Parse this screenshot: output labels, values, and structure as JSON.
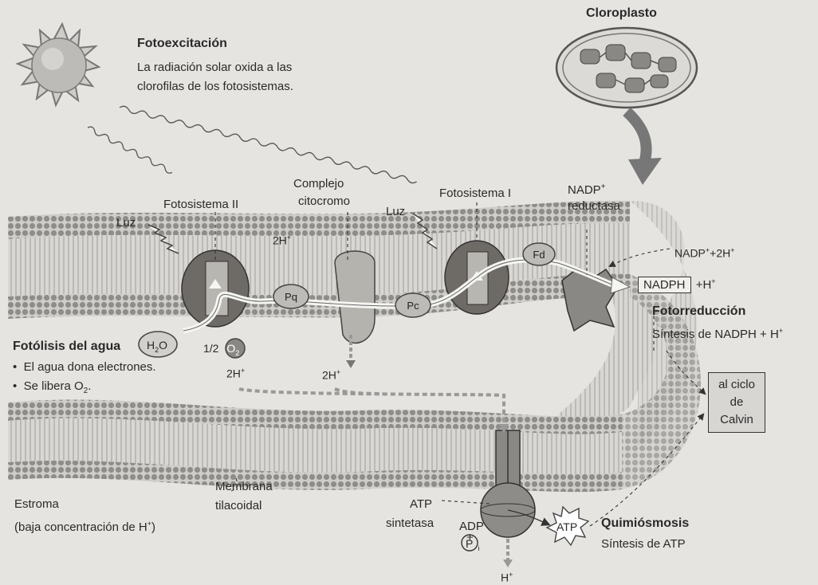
{
  "chloroplast": {
    "title": "Cloroplasto"
  },
  "photoexcitation": {
    "title": "Fotoexcitación",
    "text": [
      "La radiación solar oxida a las",
      "clorofilas de los fotosistemas."
    ]
  },
  "light_label_1": "Luz",
  "light_label_2": "Luz",
  "photosystem_ii": "Fotosistema II",
  "cytochrome": [
    "Complejo",
    "citocromo"
  ],
  "photosystem_i": "Fotosistema I",
  "nadp_reductase": {
    "line1": "NADP",
    "sup": "+",
    "line2": "reductasa"
  },
  "carriers": {
    "pq": "Pq",
    "pc": "Pc",
    "fd": "Fd"
  },
  "water": {
    "molecule": "H",
    "sub": "2",
    "end": "O"
  },
  "half_oxygen": {
    "coef": "1/2",
    "molecule": "O",
    "sub": "2"
  },
  "protons": {
    "top": {
      "text": "2H",
      "sup": "+"
    },
    "left": {
      "text": "2H",
      "sup": "+"
    },
    "middle": {
      "text": "2H",
      "sup": "+"
    },
    "bottom": {
      "text": "H",
      "sup": "+"
    }
  },
  "nadp_input": {
    "a": "NADP",
    "sup1": "+",
    "b": "+2H",
    "sup2": "+"
  },
  "nadph": {
    "box": "NADPH",
    "rest": "+H",
    "sup": "+"
  },
  "photoreduction": {
    "title": "Fotorreducción",
    "text": "Síntesis de NADPH + H",
    "sup": "+"
  },
  "calvin": [
    "al ciclo",
    "de",
    "Calvin"
  ],
  "photolysis": {
    "title": "Fotólisis del agua",
    "bullets": [
      "El agua dona electrones.",
      "Se libera O"
    ],
    "sub": "2",
    "end": "."
  },
  "membrane": [
    "Membrana",
    "tilacoidal"
  ],
  "stroma": {
    "line1": "Estroma",
    "line2": "(baja concentración de H",
    "sup": "+",
    "close": ")"
  },
  "atp_synthase": [
    "ATP",
    "sintetasa"
  ],
  "adp": {
    "a": "ADP",
    "plus": "+",
    "p": "P",
    "i": "i"
  },
  "atp": "ATP",
  "chemiosmosis": {
    "title": "Quimiósmosis",
    "text": "Síntesis de ATP"
  },
  "colors": {
    "membrane_head": "#9a9894",
    "complex_dark": "#6e6a66",
    "protein_light": "#b5b3ae",
    "flow_arrow": "#f5f5f2"
  }
}
